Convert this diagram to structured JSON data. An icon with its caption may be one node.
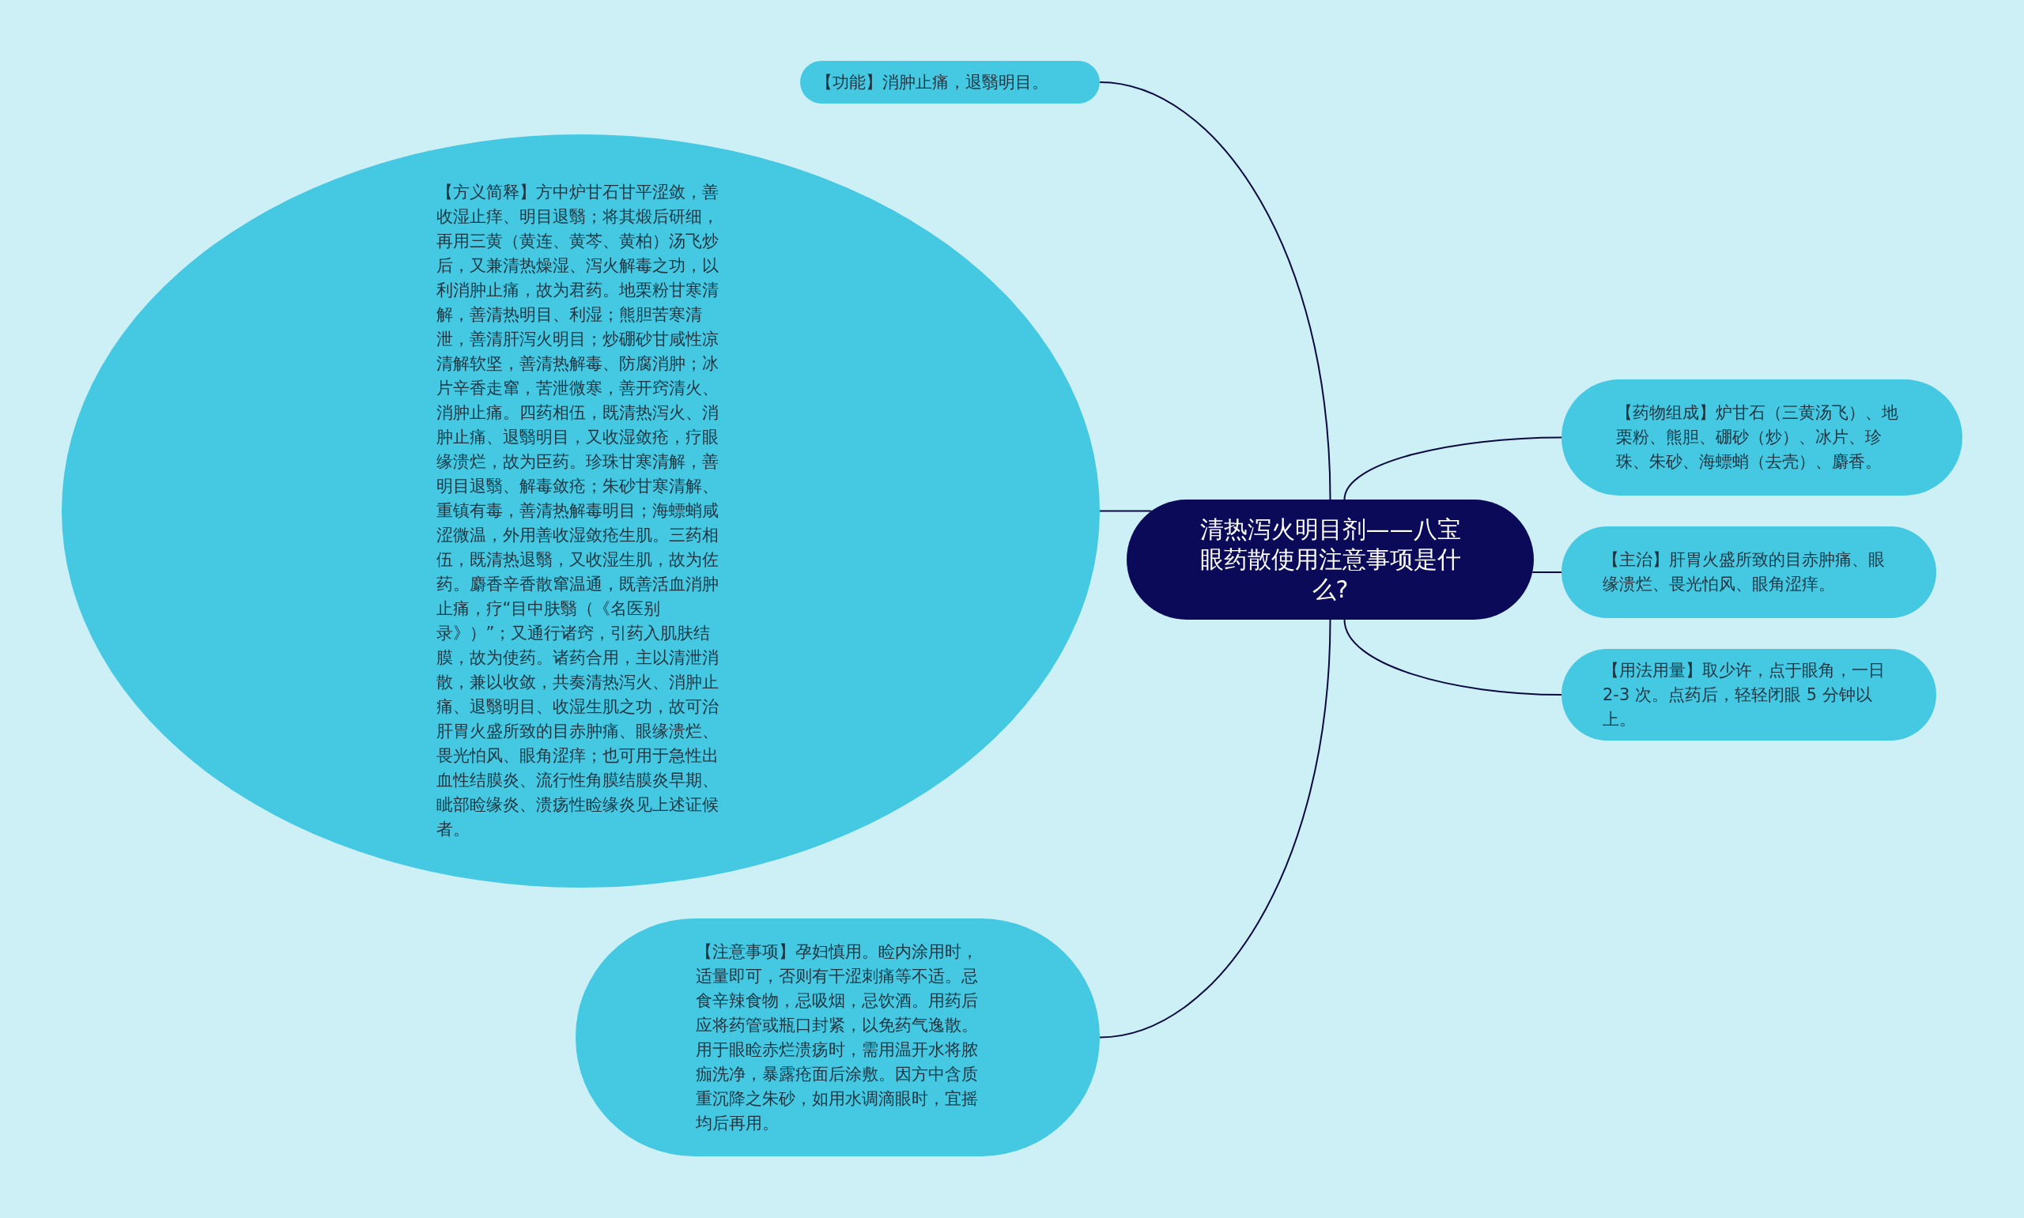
{
  "diagram": {
    "nodes": [
      {
        "text": [
          "清热泻火明目剂——八宝眼药散使用注意事项是什么?"
        ]
      },
      {
        "text": [
          "【功能】消肿止痛，退翳明目。"
        ]
      },
      {
        "text": [
          "【方义简释】方中炉甘石甘平涩敛，善收湿止痒、明目退翳；将其煅后研细，再用三黄（黄连、黄芩、黄柏）汤飞炒后，又兼清热燥湿、泻火解毒之功，以利消肿止痛，故为君药。地栗粉甘寒清解，善清热明目、利湿；熊胆苦寒清泄，善清肝泻火明目；炒硼砂甘咸性凉清解软坚，善清热解毒、防腐消肿；冰片辛香走窜，苦泄微寒，善开窍清火、消肿止痛。四药相伍，既清热泻火、消肿止痛、退翳明目，又收湿敛疮，疗眼缘溃烂，故为臣药。珍珠甘寒清解，善明目退翳、解毒敛疮；朱砂甘寒清解、重镇有毒，善清热解毒明目；海螵蛸咸涩微温，外用善收湿敛疮生肌。三药相伍，既清热退翳，又收湿生肌，故为佐药。麝香辛香散窜温通，既善活血消肿止痛，疗“目中肤翳（《名医别录》）”；又通行诸窍，引药入肌肤结膜，故为使药。诸药合用，主以清泄消散，兼以收敛，共奏清热泻火、消肿止痛、退翳明目、收湿生肌之功，故可治肝胃火盛所致的目赤肿痛、眼缘溃烂、畏光怕风、眼角涩痒；也可用于急性出血性结膜炎、流行性角膜结膜炎早期、眦部睑缘炎、溃疡性睑缘炎见上述证候者。"
        ]
      },
      {
        "text": [
          "【药物组成】炉甘石（三黄汤飞）、地栗粉、熊胆、硼砂（炒）、冰片、珍珠、朱砂、海螵蛸（去壳）、麝香。"
        ]
      },
      {
        "text": [
          "【主治】肝胃火盛所致的目赤肿痛、眼缘溃烂、畏光怕风、眼角涩痒。"
        ]
      },
      {
        "text": [
          "【用法用量】取少许，点于眼角，一日 2-3 次。点药后，轻轻闭眼 5 分钟以上。"
        ]
      },
      {
        "text": [
          "【注意事项】孕妇慎用。睑内涂用时，适量即可，否则有干涩刺痛等不适。忌食辛辣食物，忌吸烟，忌饮酒。用药后应将药管或瓶口封紧，以免药气逸散。用于眼睑赤烂溃疡时，需用温开水将脓痂洗净，暴露疮面后涂敷。因方中含质重沉降之朱砂，如用水调滴眼时，宜摇均后再用。"
        ]
      }
    ],
    "edges": [
      {
        "from": 0,
        "to": 1,
        "arrow": "none"
      },
      {
        "from": 0,
        "to": 2,
        "arrow": "none"
      },
      {
        "from": 0,
        "to": 3,
        "arrow": "none"
      },
      {
        "from": 0,
        "to": 4,
        "arrow": "none"
      },
      {
        "from": 0,
        "to": 5,
        "arrow": "none"
      },
      {
        "from": 0,
        "to": 6,
        "arrow": "none"
      }
    ]
  }
}
